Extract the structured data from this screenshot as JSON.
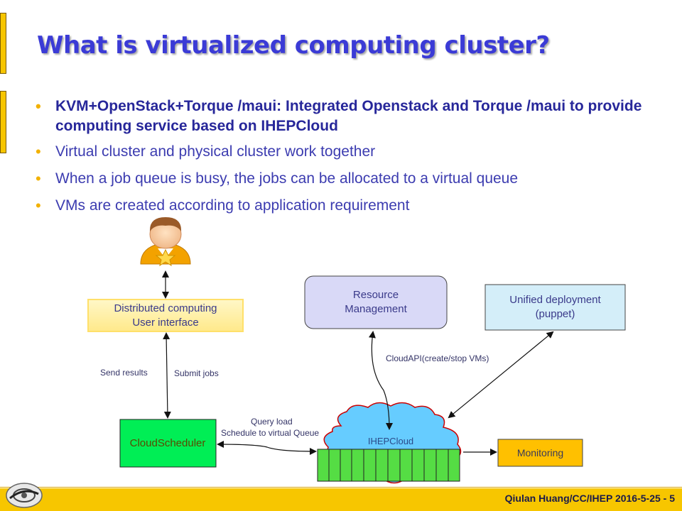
{
  "slide": {
    "title": "What is virtualized computing cluster?",
    "bullets": [
      "KVM+OpenStack+Torque /maui: Integrated Openstack and Torque /maui to provide computing service based on IHEPCloud",
      "Virtual cluster and physical cluster work together",
      "When a job queue is busy, the jobs can be allocated to a virtual queue",
      "VMs are created according to  application requirement"
    ],
    "footer": "Qiulan Huang/CC/IHEP  2016-5-25 - 5"
  },
  "diagram": {
    "user_interface": [
      "Distributed computing",
      "User interface"
    ],
    "resource_management": [
      "Resource",
      "Management"
    ],
    "unified_deployment": [
      "Unified deployment",
      "(puppet)"
    ],
    "cloud_scheduler": "CloudScheduler",
    "ihep_cloud": "IHEPCloud",
    "monitoring": "Monitoring",
    "send_results": "Send results",
    "submit_jobs": "Submit jobs",
    "cloud_api": "CloudAPI(create/stop VMs)",
    "query_load": "Query load",
    "schedule_virtual": "Schedule to virtual Queue"
  },
  "colors": {
    "title": "#3b3bd6",
    "accent_yellow": "#f7c600",
    "scheduler_green": "#00ee55",
    "monitoring_orange": "#ffc000",
    "resource_lavender": "#d9d9f7",
    "deployment_blue": "#d4eef9",
    "cloud_blue": "#66ccff",
    "cloud_outline": "#cc0000"
  }
}
